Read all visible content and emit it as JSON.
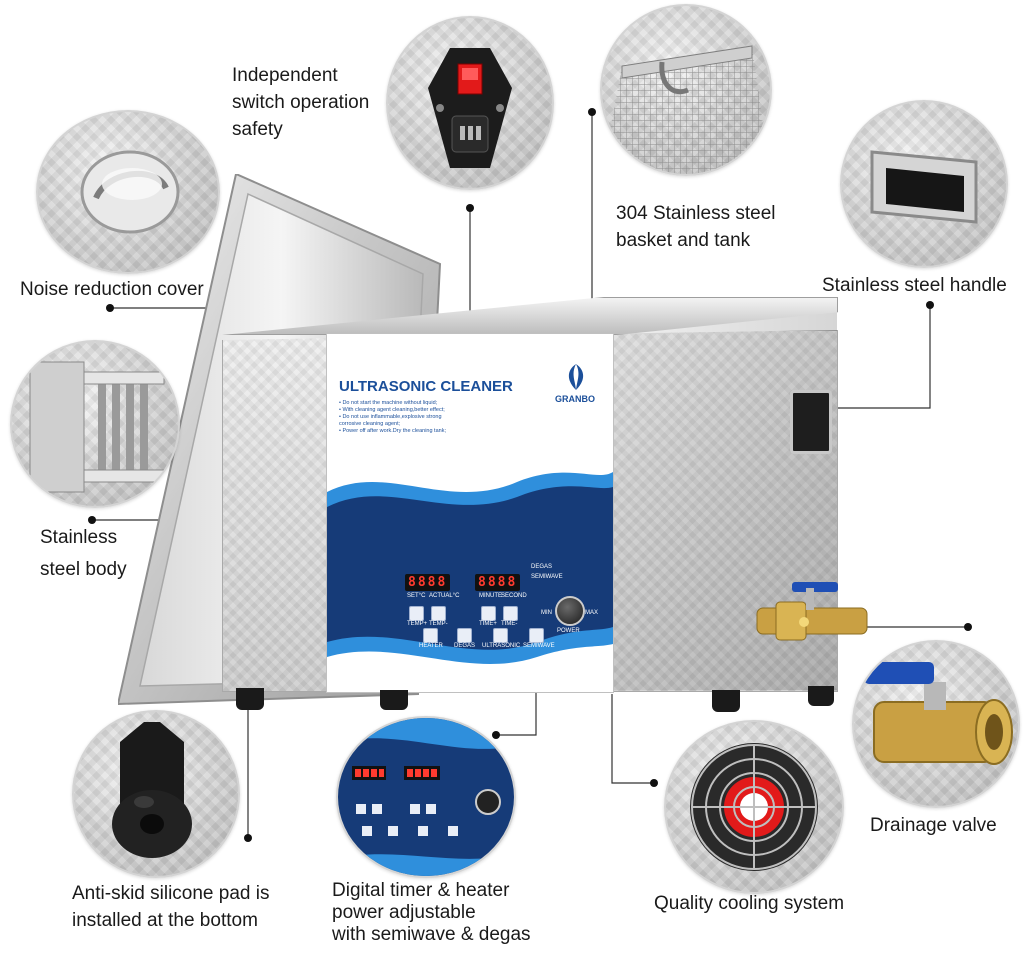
{
  "labels": {
    "switch": "Independent\nswitch operation\nsafety",
    "basket": "304 Stainless steel\nbasket and tank",
    "handle": "Stainless steel handle",
    "cover": "Noise reduction cover",
    "body": "Stainless\nsteel body",
    "pad": "Anti-skid silicone pad is\ninstalled at the bottom",
    "timer": "Digital timer & heater\npower adjustable\nwith semiwave & degas",
    "cooling": "Quality cooling system",
    "valve": "Drainage valve"
  },
  "panel": {
    "title": "ULTRASONIC CLEANER",
    "brand": "GRANBO",
    "notes": [
      "• Do not start the machine without liquid;",
      "• With cleaning agent cleaning,better effect;",
      "• Do not use inflammable,explosive strong",
      "  corrosive cleaning agent;",
      "• Power off after work.Dry the cleaning tank;"
    ],
    "temp_display": "8888",
    "time_display": "8888",
    "set_temp": "SET°C",
    "actual_temp": "ACTUAL°C",
    "minute": "MINUTE",
    "second": "SECOND",
    "degas": "DEGAS",
    "semiwave": "SEMIWAVE",
    "temp_plus": "TEMP+",
    "temp_minus": "TEMP-",
    "time_plus": "TIME+",
    "time_minus": "TIME-",
    "heater": "HEATER",
    "degas_btn": "DEGAS",
    "ultrasonic": "ULTRASONIC",
    "semiwave_btn": "SEMIWAVE",
    "min": "MIN",
    "max": "MAX",
    "power": "POWER"
  },
  "colors": {
    "navy": "#163b78",
    "blue": "#2f8fdc",
    "steel": "#d6d6d6",
    "red": "#e21a1a",
    "brass": "#c9a043"
  }
}
